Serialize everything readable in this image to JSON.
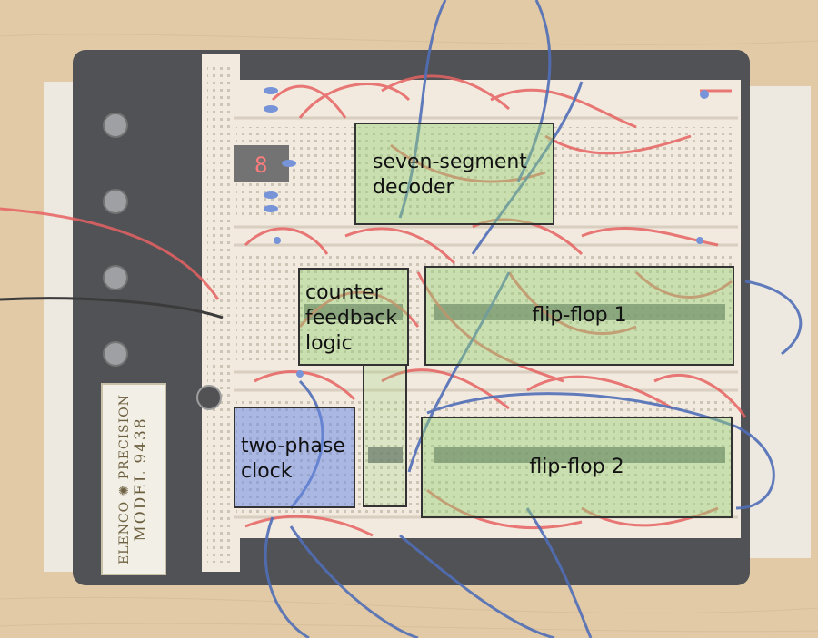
{
  "photo": {
    "labels": {
      "seven_segment_decoder": "seven-segment\ndecoder",
      "counter_feedback_logic": "counter\nfeedback\nlogic",
      "flip_flop_1": "flip-flop 1",
      "two_phase_clock": "two-phase\nclock",
      "flip_flop_2": "flip-flop 2"
    },
    "product_plate": {
      "line1": "ELENCO ✺ PRECISION",
      "line2": "MODEL 9438"
    },
    "colors": {
      "wood": "#d8b88a",
      "base_plate": "#2b2d31",
      "breadboard": "#efe6d7",
      "red_wire": "#e04040",
      "blue_wire": "#2a4fa8",
      "label_box_green": "#96d278",
      "label_box_blue": "#6e8ce6"
    }
  }
}
